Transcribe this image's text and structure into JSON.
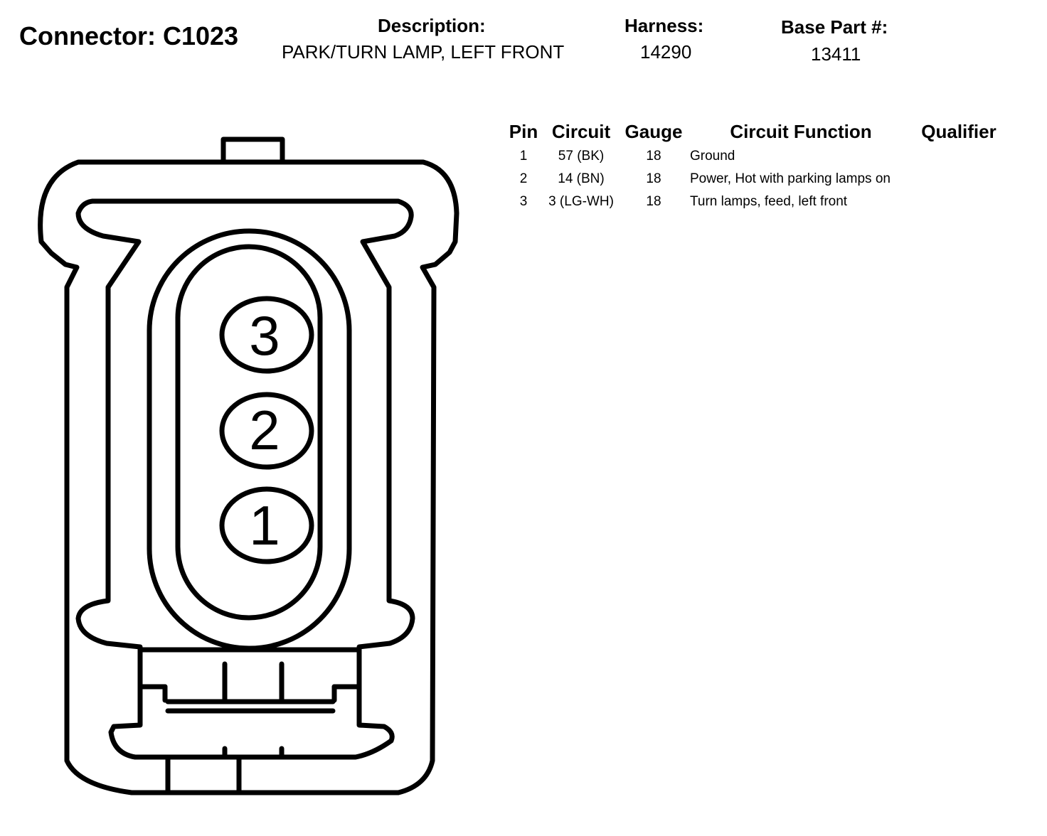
{
  "connector": {
    "label": "Connector: C1023"
  },
  "header": {
    "description": {
      "label": "Description:",
      "value": "PARK/TURN LAMP, LEFT FRONT"
    },
    "harness": {
      "label": "Harness:",
      "value": "14290"
    },
    "base_part": {
      "label": "Base Part #:",
      "value": "13411"
    }
  },
  "table": {
    "columns": [
      "Pin",
      "Circuit",
      "Gauge",
      "Circuit Function",
      "Qualifier"
    ],
    "rows": [
      {
        "pin": "1",
        "circuit": "57 (BK)",
        "gauge": "18",
        "function": "Ground",
        "qualifier": ""
      },
      {
        "pin": "2",
        "circuit": "14 (BN)",
        "gauge": "18",
        "function": "Power, Hot with parking lamps on",
        "qualifier": ""
      },
      {
        "pin": "3",
        "circuit": "3 (LG-WH)",
        "gauge": "18",
        "function": "Turn lamps, feed, left front",
        "qualifier": ""
      }
    ]
  },
  "diagram": {
    "pins": [
      "3",
      "2",
      "1"
    ],
    "stroke_color": "#000000",
    "background_color": "#ffffff"
  }
}
